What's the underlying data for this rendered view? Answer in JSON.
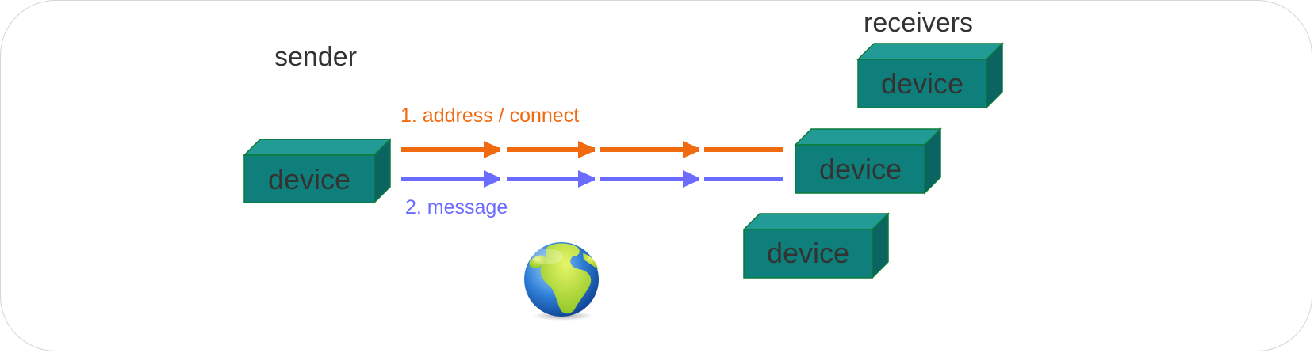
{
  "sender": {
    "title": "sender",
    "device_label": "device"
  },
  "receivers": {
    "title": "receivers",
    "devices": [
      {
        "label": "device"
      },
      {
        "label": "device"
      },
      {
        "label": "device"
      }
    ]
  },
  "flows": [
    {
      "label": "1. address / connect",
      "color": "#f26a0f"
    },
    {
      "label": "2. message",
      "color": "#6b6bff"
    }
  ],
  "network": {
    "icon": "globe-icon"
  },
  "colors": {
    "device_front": "#0f7f7b",
    "device_top": "#229a95",
    "device_side": "#0b6461",
    "device_edge": "#0a7a3a",
    "text": "#333333"
  }
}
